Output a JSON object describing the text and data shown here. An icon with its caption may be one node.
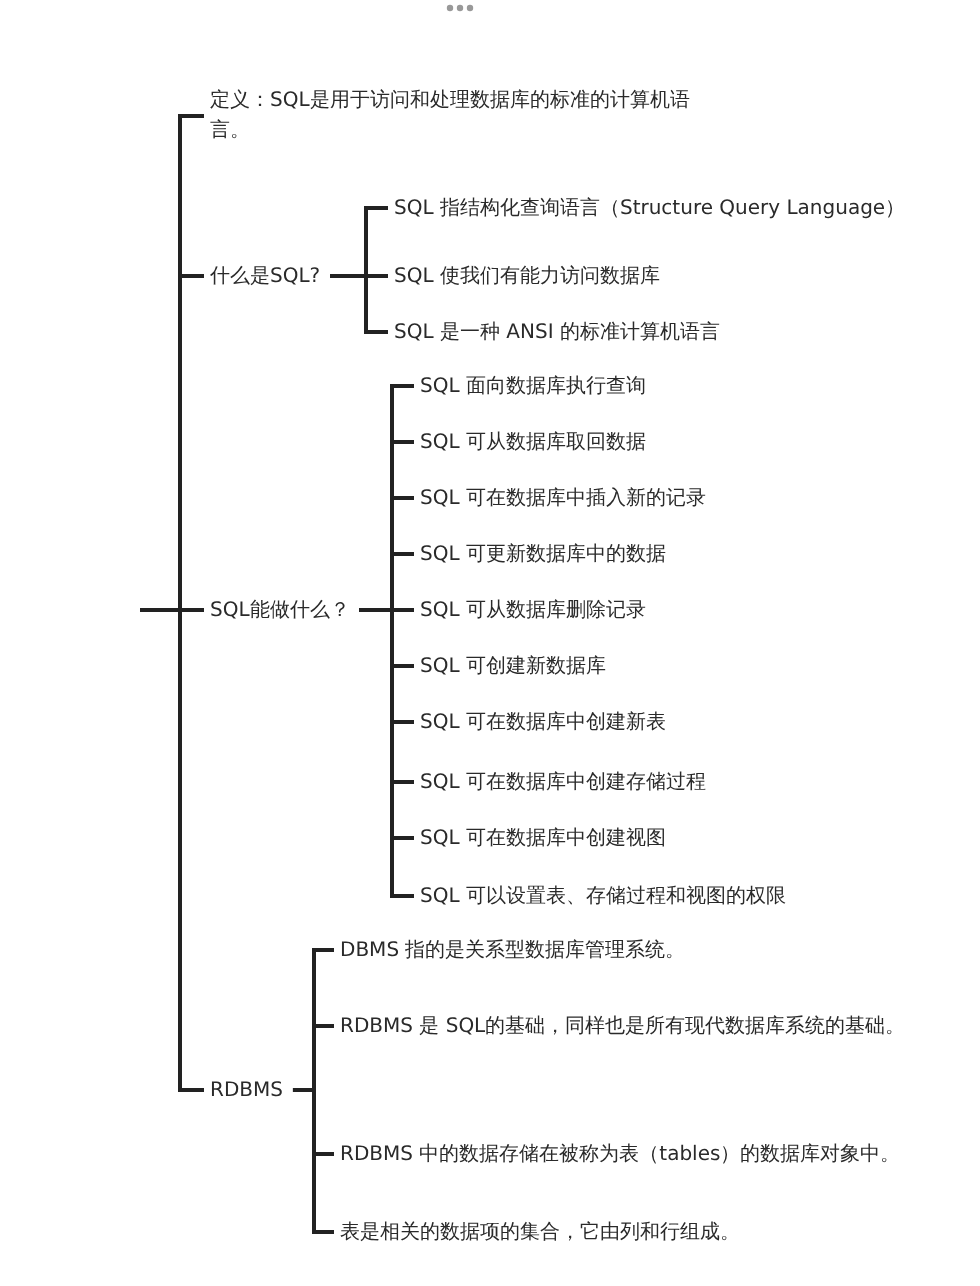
{
  "diagram": {
    "nodes": [
      {
        "text": [
          "定义：SQL是用于访问和处理数据库的标准的计算机语言。"
        ]
      },
      {
        "text": [
          "什么是SQL?"
        ]
      },
      {
        "text": [
          "SQL 指结构化查询语言（Structure Query Language）"
        ]
      },
      {
        "text": [
          "SQL 使我们有能力访问数据库"
        ]
      },
      {
        "text": [
          "SQL 是一种 ANSI 的标准计算机语言"
        ]
      },
      {
        "text": [
          "SQL能做什么？"
        ]
      },
      {
        "text": [
          "SQL 面向数据库执行查询"
        ]
      },
      {
        "text": [
          "SQL 可从数据库取回数据"
        ]
      },
      {
        "text": [
          "SQL 可在数据库中插入新的记录"
        ]
      },
      {
        "text": [
          "SQL 可更新数据库中的数据"
        ]
      },
      {
        "text": [
          "SQL 可从数据库删除记录"
        ]
      },
      {
        "text": [
          "SQL 可创建新数据库"
        ]
      },
      {
        "text": [
          "SQL 可在数据库中创建新表"
        ]
      },
      {
        "text": [
          "SQL 可在数据库中创建存储过程"
        ]
      },
      {
        "text": [
          "SQL 可在数据库中创建视图"
        ]
      },
      {
        "text": [
          "SQL 可以设置表、存储过程和视图的权限"
        ]
      },
      {
        "text": [
          "RDBMS"
        ]
      },
      {
        "text": [
          "DBMS 指的是关系型数据库管理系统。"
        ]
      },
      {
        "text": [
          "RDBMS 是 SQL的基础，同样也是所有现代数据库系统的基础。"
        ]
      },
      {
        "text": [
          "RDBMS 中的数据存储在被称为表（tables）的数据库对象中。"
        ]
      },
      {
        "text": [
          "表是相关的数据项的集合，它由列和行组成。"
        ]
      }
    ],
    "edges": [
      {
        "from": null,
        "to": 0,
        "arrow": "none"
      },
      {
        "from": null,
        "to": 1,
        "arrow": "none"
      },
      {
        "from": null,
        "to": 5,
        "arrow": "none"
      },
      {
        "from": null,
        "to": 16,
        "arrow": "none"
      },
      {
        "from": 1,
        "to": 2,
        "arrow": "none"
      },
      {
        "from": 1,
        "to": 3,
        "arrow": "none"
      },
      {
        "from": 1,
        "to": 4,
        "arrow": "none"
      },
      {
        "from": 5,
        "to": 6,
        "arrow": "none"
      },
      {
        "from": 5,
        "to": 7,
        "arrow": "none"
      },
      {
        "from": 5,
        "to": 8,
        "arrow": "none"
      },
      {
        "from": 5,
        "to": 9,
        "arrow": "none"
      },
      {
        "from": 5,
        "to": 10,
        "arrow": "none"
      },
      {
        "from": 5,
        "to": 11,
        "arrow": "none"
      },
      {
        "from": 5,
        "to": 12,
        "arrow": "none"
      },
      {
        "from": 5,
        "to": 13,
        "arrow": "none"
      },
      {
        "from": 5,
        "to": 14,
        "arrow": "none"
      },
      {
        "from": 5,
        "to": 15,
        "arrow": "none"
      },
      {
        "from": 16,
        "to": 17,
        "arrow": "none"
      },
      {
        "from": 16,
        "to": 18,
        "arrow": "none"
      },
      {
        "from": 16,
        "to": 19,
        "arrow": "none"
      },
      {
        "from": 16,
        "to": 20,
        "arrow": "none"
      }
    ]
  }
}
